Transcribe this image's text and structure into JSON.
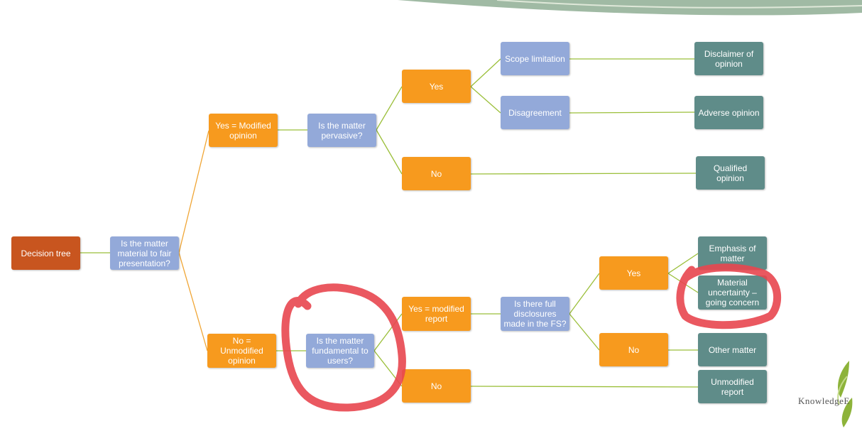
{
  "colors": {
    "question": "#93a9d9",
    "answer": "#f79a1e",
    "outcome": "#5f8c89",
    "root": "#c8551f",
    "connector_top": "#9bbf3a",
    "connector_bottom": "#f0a534",
    "annotation": "#e8464f"
  },
  "nodes": {
    "root": "Decision tree",
    "q_material": "Is the matter material to fair presentation?",
    "yes_modified": "Yes = Modified opinion",
    "q_pervasive": "Is the matter pervasive?",
    "yes_top": "Yes",
    "no_top": "No",
    "scope_limitation": "Scope limitation",
    "disagreement": "Disagreement",
    "disclaimer": "Disclaimer of opinion",
    "adverse": "Adverse opinion",
    "qualified": "Qualified opinion",
    "no_unmodified": "No = Unmodified opinion",
    "q_fundamental": "Is the matter fundamental to users?",
    "yes_modified_report": "Yes = modified report",
    "no_bottom": "No",
    "q_disclosures": "Is there full disclosures made in the FS?",
    "yes_bottom": "Yes",
    "no_disclosures": "No",
    "emphasis": "Emphasis of matter",
    "material_uncertainty": "Material uncertainty – going concern",
    "other_matter": "Other matter",
    "unmodified_report": "Unmodified report"
  },
  "logo": {
    "text": "KnowledgeE"
  }
}
